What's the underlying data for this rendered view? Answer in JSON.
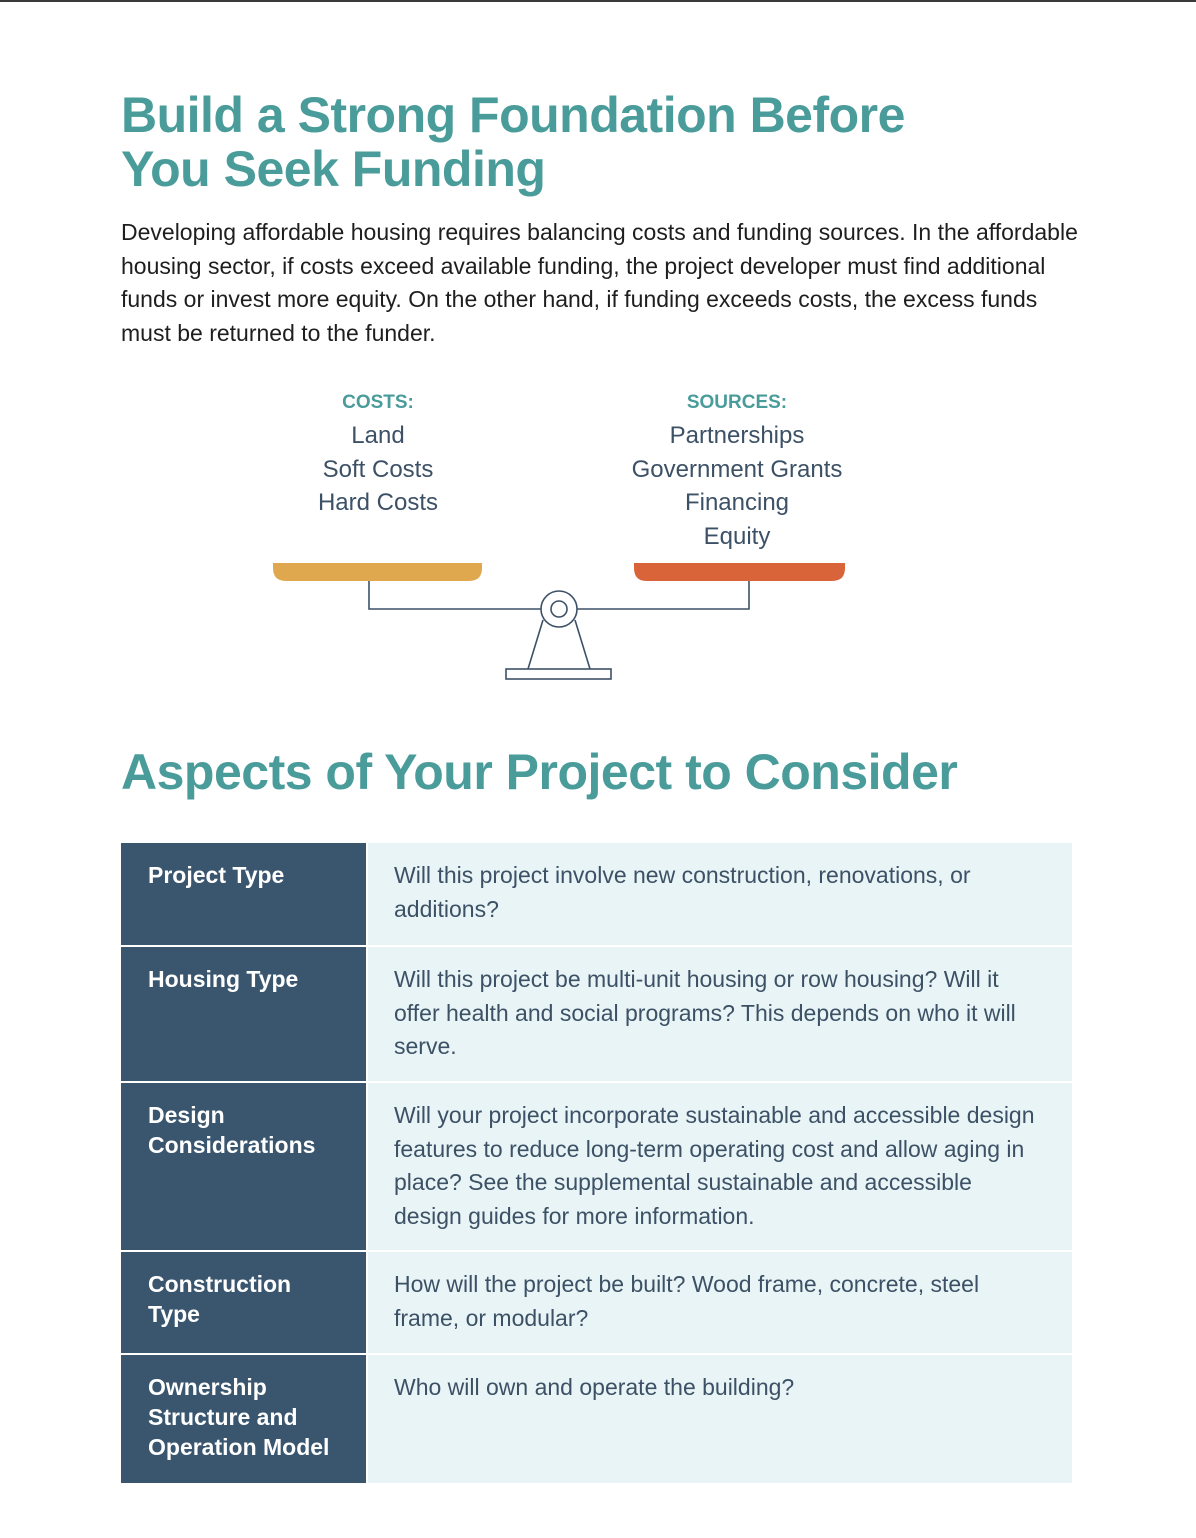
{
  "title_lines": [
    "Build a Strong Foundation Before",
    "You Seek Funding"
  ],
  "intro": "Developing affordable housing requires balancing costs and funding sources. In the affordable housing sector, if costs exceed available funding, the project developer must find additional funds or invest more equity. On the other hand, if funding exceeds costs, the excess funds must be returned to the funder.",
  "costs": {
    "heading": "COSTS:",
    "items": [
      "Land",
      "Soft Costs",
      "Hard Costs"
    ]
  },
  "sources": {
    "heading": "SOURCES:",
    "items": [
      "Partnerships",
      "Government Grants",
      "Financing",
      "Equity"
    ]
  },
  "colors": {
    "accent": "#4a9c9a",
    "costs_pan": "#e0a84e",
    "sources_pan": "#d9643a",
    "label_bg": "#3a566f",
    "desc_bg": "#e8f4f5"
  },
  "aspects_title": "Aspects of Your Project to Consider",
  "aspects": [
    {
      "label": "Project Type",
      "text": "Will this project involve new construction, renovations, or additions?"
    },
    {
      "label": "Housing Type",
      "text": "Will this project be multi-unit housing or row housing? Will it offer health and social programs? This depends on who it will serve."
    },
    {
      "label": "Design Considerations",
      "text": "Will your project incorporate sustainable and accessible design features to reduce long-term operating cost and allow aging in place? See the supplemental sustainable and accessible design guides for more information."
    },
    {
      "label": "Construction Type",
      "text": "How will the project be built? Wood frame, concrete, steel frame, or modular?"
    },
    {
      "label": "Ownership Structure and Operation Model",
      "text": "Who will own and operate the building?"
    }
  ]
}
